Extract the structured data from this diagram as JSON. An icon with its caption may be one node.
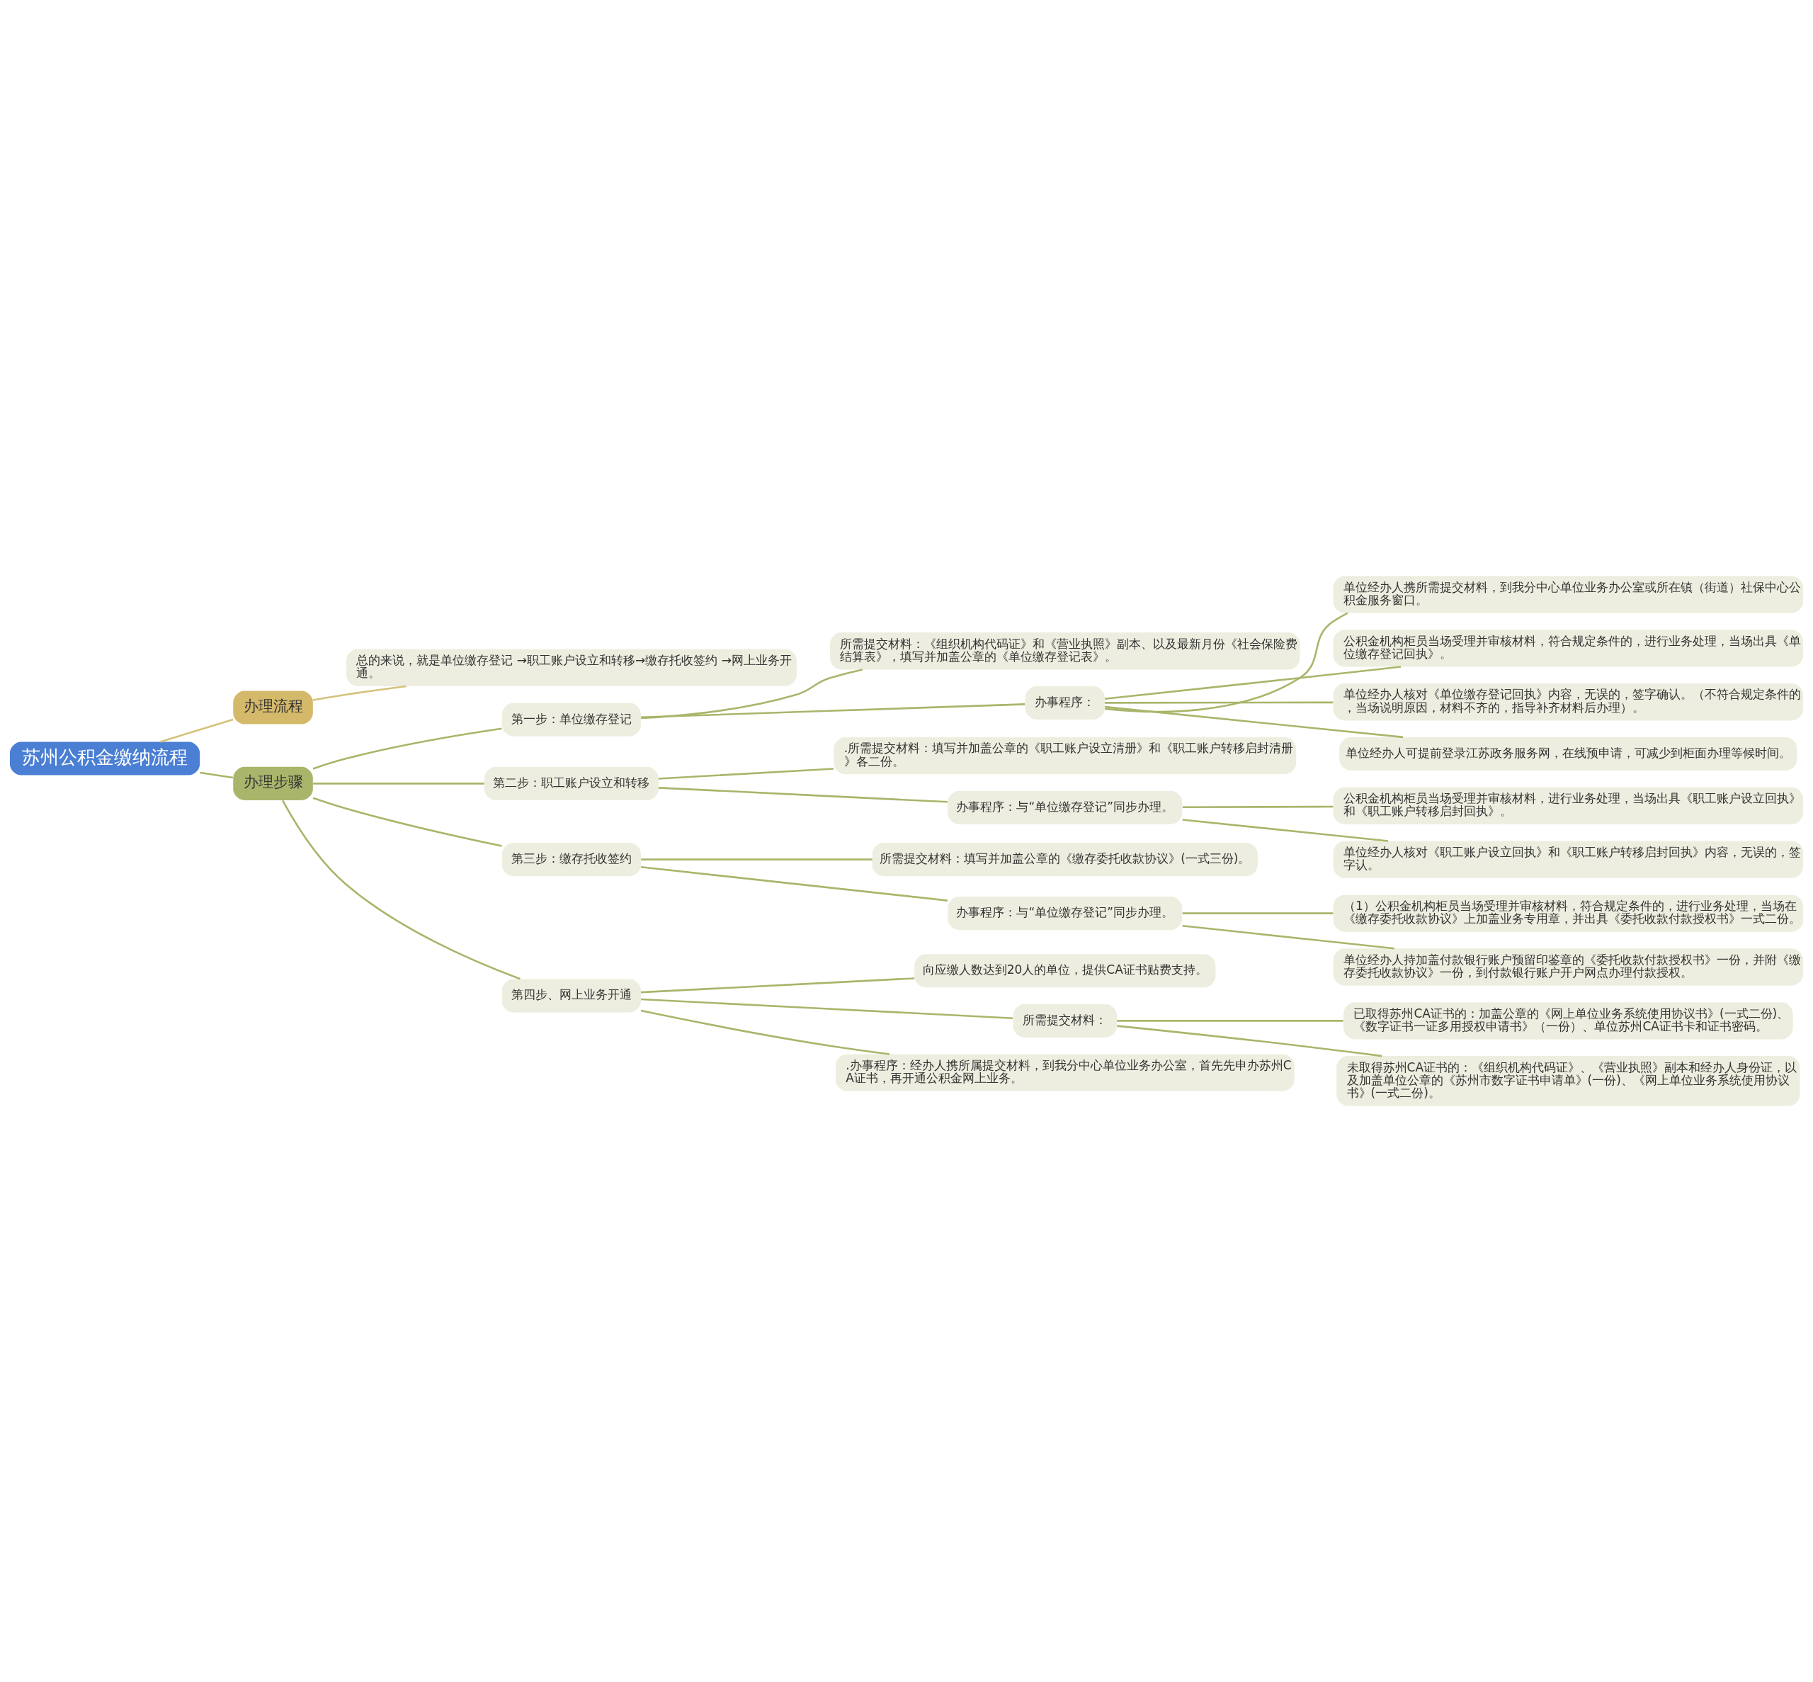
{
  "diagram": {
    "nodes": [
      {
        "text": [
          "苏州公积金缴纳流程"
        ]
      },
      {
        "text": [
          "办理流程"
        ]
      },
      {
        "text": [
          "总的来说，就是单位缴存登记 →职工账户设立和转移→缴存托收签约 →网上业务开通。"
        ]
      },
      {
        "text": [
          "办理步骤"
        ]
      },
      {
        "text": [
          "第一步：单位缴存登记"
        ]
      },
      {
        "text": [
          "所需提交材料：《组织机构代码证》和《营业执照》副本、以及最新月份《社会保险费结算表》，填写并加盖公章的《单位缴存登记表》。"
        ]
      },
      {
        "text": [
          "办事程序："
        ]
      },
      {
        "text": [
          "单位经办人携所需提交材料，到我分中心单位业务办公室或所在镇（街道）社保中心公积金服务窗口。"
        ]
      },
      {
        "text": [
          "公积金机构柜员当场受理并审核材料，符合规定条件的，进行业务处理，当场出具《单位缴存登记回执》。"
        ]
      },
      {
        "text": [
          "单位经办人核对《单位缴存登记回执》内容，无误的，签字确认。（不符合规定条件的，当场说明原因，材料不齐的，指导补齐材料后办理）。"
        ]
      },
      {
        "text": [
          "单位经办人可提前登录江苏政务服务网，在线预申请，可减少到柜面办理等候时间。"
        ]
      },
      {
        "text": [
          "第二步：职工账户设立和转移"
        ]
      },
      {
        "text": [
          ".所需提交材料：填写并加盖公章的《职工账户设立清册》和《职工账户转移启封清册》各二份。"
        ]
      },
      {
        "text": [
          "办事程序：与“单位缴存登记”同步办理。"
        ]
      },
      {
        "text": [
          "公积金机构柜员当场受理并审核材料，进行业务处理，当场出具《职工账户设立回执》和《职工账户转移启封回执》。"
        ]
      },
      {
        "text": [
          "单位经办人核对《职工账户设立回执》和《职工账户转移启封回执》内容，无误的，签字认。"
        ]
      },
      {
        "text": [
          "第三步：缴存托收签约"
        ]
      },
      {
        "text": [
          "所需提交材料：填写并加盖公章的《缴存委托收款协议》(一式三份)。"
        ]
      },
      {
        "text": [
          "办事程序：与“单位缴存登记”同步办理。"
        ]
      },
      {
        "text": [
          "（1）公积金机构柜员当场受理并审核材料，符合规定条件的，进行业务处理，当场在《缴存委托收款协议》上加盖业务专用章，并出具《委托收款付款授权书》一式二份。"
        ]
      },
      {
        "text": [
          "单位经办人持加盖付款银行账户预留印鉴章的《委托收款付款授权书》一份，并附《缴存委托收款协议》一份，到付款银行账户开户网点办理付款授权。"
        ]
      },
      {
        "text": [
          "第四步、网上业务开通"
        ]
      },
      {
        "text": [
          "向应缴人数达到20人的单位，提供CA证书贴费支持。"
        ]
      },
      {
        "text": [
          "所需提交材料："
        ]
      },
      {
        "text": [
          "已取得苏州CA证书的：加盖公章的《网上单位业务系统使用协议书》(一式二份)、《数字证书一证多用授权申请书》（一份）、单位苏州CA证书卡和证书密码。"
        ]
      },
      {
        "text": [
          "未取得苏州CA证书的：《组织机构代码证》、《营业执照》副本和经办人身份证，以及加盖单位公章的《苏州市数字证书申请单》(一份)、《网上单位业务系统使用协议书》(一式二份)。"
        ]
      },
      {
        "text": [
          ".办事程序：经办人携所属提交材料，到我分中心单位业务办公室，首先先申办苏州CA证书，再开通公积金网上业务。"
        ]
      }
    ],
    "edges": [
      {
        "from": 0,
        "to": 1,
        "arrow": "none",
        "color": "#d4c27a"
      },
      {
        "from": 1,
        "to": 2,
        "arrow": "none",
        "color": "#d4c27a"
      },
      {
        "from": 0,
        "to": 3,
        "arrow": "none"
      },
      {
        "from": 3,
        "to": 4,
        "arrow": "none"
      },
      {
        "from": 4,
        "to": 5,
        "arrow": "none"
      },
      {
        "from": 4,
        "to": 6,
        "arrow": "none"
      },
      {
        "from": 6,
        "to": 7,
        "arrow": "none"
      },
      {
        "from": 6,
        "to": 8,
        "arrow": "none"
      },
      {
        "from": 6,
        "to": 9,
        "arrow": "none"
      },
      {
        "from": 6,
        "to": 10,
        "arrow": "none"
      },
      {
        "from": 3,
        "to": 11,
        "arrow": "none"
      },
      {
        "from": 11,
        "to": 12,
        "arrow": "none"
      },
      {
        "from": 11,
        "to": 13,
        "arrow": "none"
      },
      {
        "from": 13,
        "to": 14,
        "arrow": "none"
      },
      {
        "from": 13,
        "to": 15,
        "arrow": "none"
      },
      {
        "from": 3,
        "to": 16,
        "arrow": "none"
      },
      {
        "from": 16,
        "to": 17,
        "arrow": "none"
      },
      {
        "from": 16,
        "to": 18,
        "arrow": "none"
      },
      {
        "from": 18,
        "to": 19,
        "arrow": "none"
      },
      {
        "from": 18,
        "to": 20,
        "arrow": "none"
      },
      {
        "from": 3,
        "to": 21,
        "arrow": "none"
      },
      {
        "from": 21,
        "to": 22,
        "arrow": "none"
      },
      {
        "from": 21,
        "to": 23,
        "arrow": "none"
      },
      {
        "from": 23,
        "to": 24,
        "arrow": "none"
      },
      {
        "from": 23,
        "to": 25,
        "arrow": "none"
      },
      {
        "from": 21,
        "to": 26,
        "arrow": "none"
      }
    ]
  }
}
